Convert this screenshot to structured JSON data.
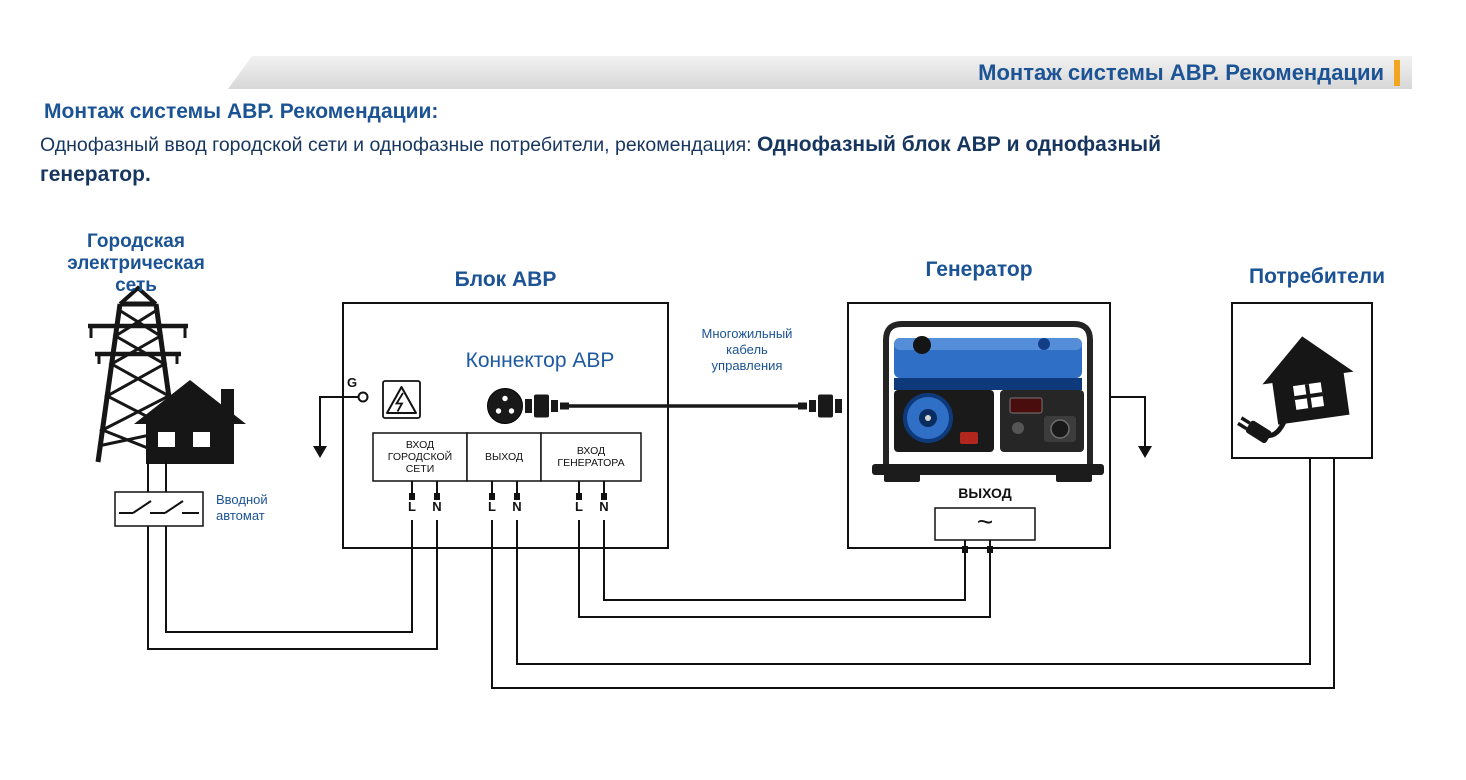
{
  "banner": {
    "title": "Монтаж системы АВР. Рекомендации"
  },
  "heading": "Монтаж системы АВР. Рекомендации:",
  "intro": {
    "normal": "Однофазный ввод городской сети и однофазные потребители, рекомендация: ",
    "bold_1": "Однофазный блок АВР и однофазный",
    "bold_2": "генератор."
  },
  "diagram": {
    "city_network": {
      "line1": "Городская",
      "line2": "электрическая",
      "line3": "сеть"
    },
    "breaker": {
      "line1": "Вводной",
      "line2": "автомат"
    },
    "avr": {
      "title": "Блок АВР",
      "connector_label": "Коннектор АВР",
      "ground_label": "G",
      "input_city": {
        "line1": "ВХОД",
        "line2": "ГОРОДСКОЙ",
        "line3": "СЕТИ"
      },
      "output": "ВЫХОД",
      "input_gen": {
        "line1": "ВХОД",
        "line2": "ГЕНЕРАТОРА"
      }
    },
    "cable": {
      "line1": "Многожильный",
      "line2": "кабель",
      "line3": "управления"
    },
    "generator": {
      "title": "Генератор",
      "output_label": "ВЫХОД",
      "tilde": "~"
    },
    "consumers": {
      "title": "Потребители"
    },
    "terminals": {
      "l": "L",
      "n": "N"
    }
  },
  "colors": {
    "accent_blue": "#1b5394",
    "accent_orange": "#f2a51e",
    "text_dark": "#17365f",
    "line_black": "#111111",
    "generator_blue": "#2f6fc6"
  }
}
